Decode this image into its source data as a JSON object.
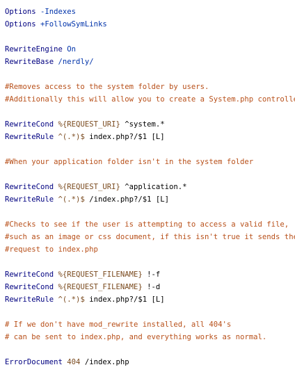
{
  "colors": {
    "background": "#ffffff",
    "directive": "#000080",
    "comment": "#b8501a",
    "variable": "#7a4a1e",
    "option": "#0033aa",
    "text": "#000000"
  },
  "lines": [
    {
      "type": "directive",
      "directive": "Options",
      "args": " -Indexes"
    },
    {
      "type": "directive",
      "directive": "Options",
      "args": " +FollowSymLinks"
    },
    {
      "type": "blank"
    },
    {
      "type": "directive",
      "directive": "RewriteEngine",
      "args": " On"
    },
    {
      "type": "directive",
      "directive": "RewriteBase",
      "args": " /nerdly/"
    },
    {
      "type": "blank"
    },
    {
      "type": "comment",
      "text": "#Removes access to the system folder by users."
    },
    {
      "type": "comment",
      "text": "#Additionally this will allow you to create a System.php controller,"
    },
    {
      "type": "blank"
    },
    {
      "type": "cond",
      "directive": "RewriteCond",
      "var": " %{REQUEST_URI}",
      "args": " ^system.*"
    },
    {
      "type": "rule",
      "directive": "RewriteRule",
      "pattern": " ^(.*)$",
      "args": " index.php?/$1 [L]"
    },
    {
      "type": "blank"
    },
    {
      "type": "comment",
      "text": "#When your application folder isn't in the system folder"
    },
    {
      "type": "blank"
    },
    {
      "type": "cond",
      "directive": "RewriteCond",
      "var": " %{REQUEST_URI}",
      "args": " ^application.*"
    },
    {
      "type": "rule",
      "directive": "RewriteRule",
      "pattern": " ^(.*)$",
      "args": " /index.php?/$1 [L]"
    },
    {
      "type": "blank"
    },
    {
      "type": "comment",
      "text": "#Checks to see if the user is attempting to access a valid file,"
    },
    {
      "type": "comment",
      "text": "#such as an image or css document, if this isn't true it sends the"
    },
    {
      "type": "comment",
      "text": "#request to index.php"
    },
    {
      "type": "blank"
    },
    {
      "type": "cond",
      "directive": "RewriteCond",
      "var": " %{REQUEST_FILENAME}",
      "args": " !-f"
    },
    {
      "type": "cond",
      "directive": "RewriteCond",
      "var": " %{REQUEST_FILENAME}",
      "args": " !-d"
    },
    {
      "type": "rule",
      "directive": "RewriteRule",
      "pattern": " ^(.*)$",
      "args": " index.php?/$1 [L]"
    },
    {
      "type": "blank"
    },
    {
      "type": "comment",
      "text": "# If we don't have mod_rewrite installed, all 404's"
    },
    {
      "type": "comment",
      "text": "# can be sent to index.php, and everything works as normal."
    },
    {
      "type": "blank"
    },
    {
      "type": "error",
      "directive": "ErrorDocument",
      "code": " 404",
      "args": " /index.php"
    }
  ]
}
